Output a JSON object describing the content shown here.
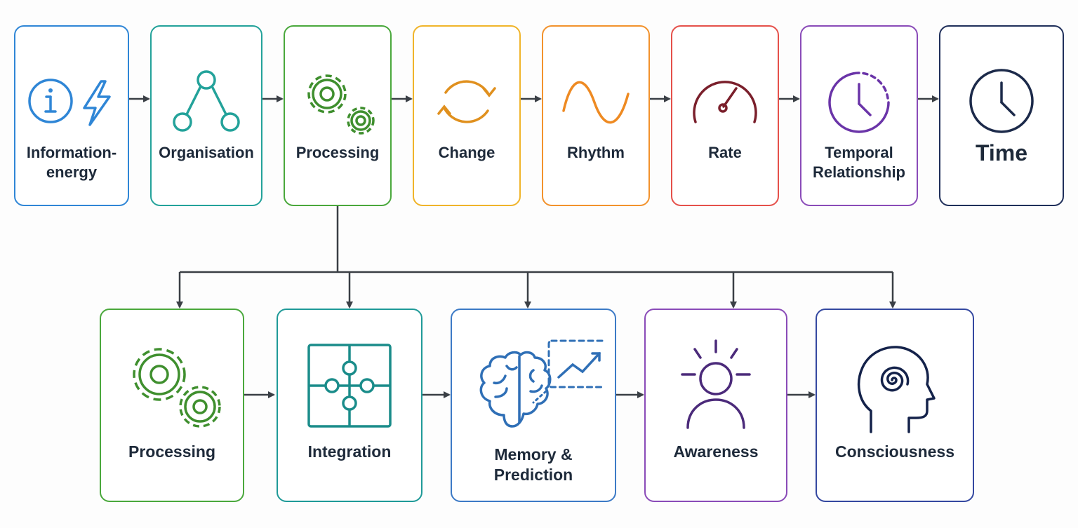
{
  "top_row": [
    {
      "id": "information-energy",
      "label": "Information-energy",
      "color": "#2f86d6",
      "icon": "info-icon, lightning-icon"
    },
    {
      "id": "organisation",
      "label": "Organisation",
      "color": "#23a29a",
      "icon": "node-tree-icon"
    },
    {
      "id": "processing-top",
      "label": "Processing",
      "color": "#4aa83c",
      "icon": "gears-icon"
    },
    {
      "id": "change",
      "label": "Change",
      "color": "#f0b42a",
      "icon": "cycle-arrows-icon"
    },
    {
      "id": "rhythm",
      "label": "Rhythm",
      "color": "#f2922c",
      "icon": "sine-wave-icon"
    },
    {
      "id": "rate",
      "label": "Rate",
      "color": "#e5504a",
      "icon": "gauge-icon"
    },
    {
      "id": "temporal-relationship",
      "label": "Temporal Relationship",
      "color": "#8a4bb8",
      "icon": "clock-dashed-icon"
    },
    {
      "id": "time",
      "label": "Time",
      "color": "#1f2f5a",
      "icon": "clock-icon"
    }
  ],
  "bottom_row": [
    {
      "id": "processing-bottom",
      "label": "Processing",
      "color": "#4aa83c",
      "icon": "gears-icon"
    },
    {
      "id": "integration",
      "label": "Integration",
      "color": "#1f9a98",
      "icon": "puzzle-icon"
    },
    {
      "id": "memory-prediction",
      "label": "Memory & Prediction",
      "color": "#3c7ac6",
      "icon": "brain-trend-icon"
    },
    {
      "id": "awareness",
      "label": "Awareness",
      "color": "#8a4bb8",
      "icon": "person-rays-icon"
    },
    {
      "id": "consciousness",
      "label": "Consciousness",
      "color": "#3448a0",
      "icon": "head-spiral-icon"
    }
  ],
  "connector_color": "#3a3f45"
}
